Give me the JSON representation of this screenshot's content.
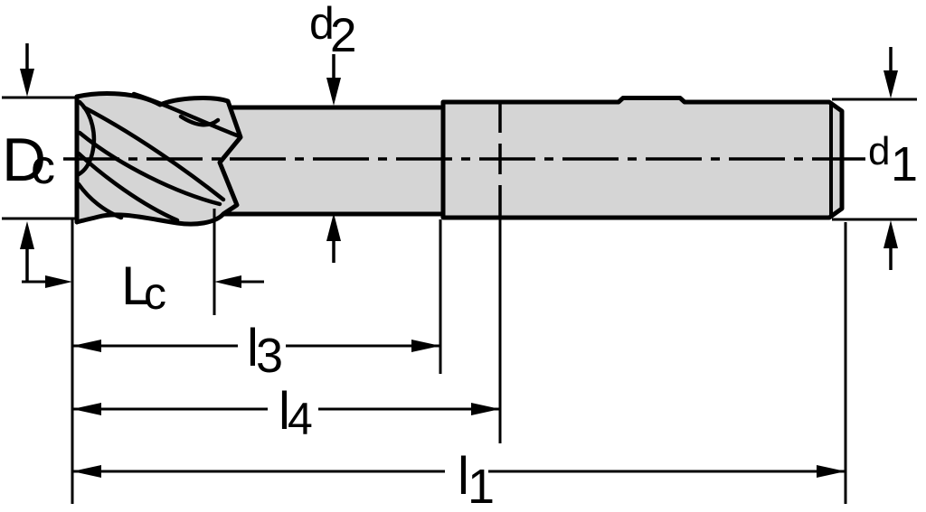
{
  "labels": {
    "cutting_diameter": {
      "main": "D",
      "sub": "c"
    },
    "neck_diameter": {
      "main": "d",
      "sub": "2"
    },
    "shank_diameter": {
      "main": "d",
      "sub": "1"
    },
    "cutting_edge_length": {
      "main": "L",
      "sub": "c"
    },
    "length_l3": {
      "main": "l",
      "sub": "3"
    },
    "length_l4": {
      "main": "l",
      "sub": "4"
    },
    "overall_length": {
      "main": "l",
      "sub": "1"
    }
  },
  "colors": {
    "line": "#000000",
    "tool_fill": "#d5d5d5",
    "background": "#ffffff"
  }
}
